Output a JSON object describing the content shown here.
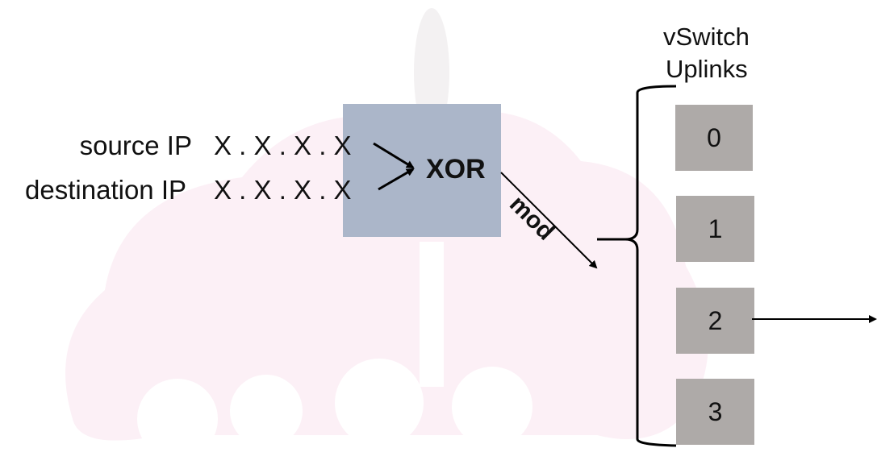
{
  "diagram": {
    "inputs": [
      {
        "label": "source IP",
        "value": "X . X . X . X"
      },
      {
        "label": "destination IP",
        "value": "X . X . X . X"
      }
    ],
    "operation": "XOR",
    "reduction": "mod",
    "uplinks_header": {
      "line1": "vSwitch",
      "line2": "Uplinks"
    },
    "uplinks": [
      {
        "id": "0"
      },
      {
        "id": "1"
      },
      {
        "id": "2"
      },
      {
        "id": "3"
      }
    ],
    "selected_uplink": "2",
    "colors": {
      "xor_box": "#abb6c9",
      "uplink_box": "#aeaaa8",
      "watermark": "#fcf0f6"
    }
  }
}
